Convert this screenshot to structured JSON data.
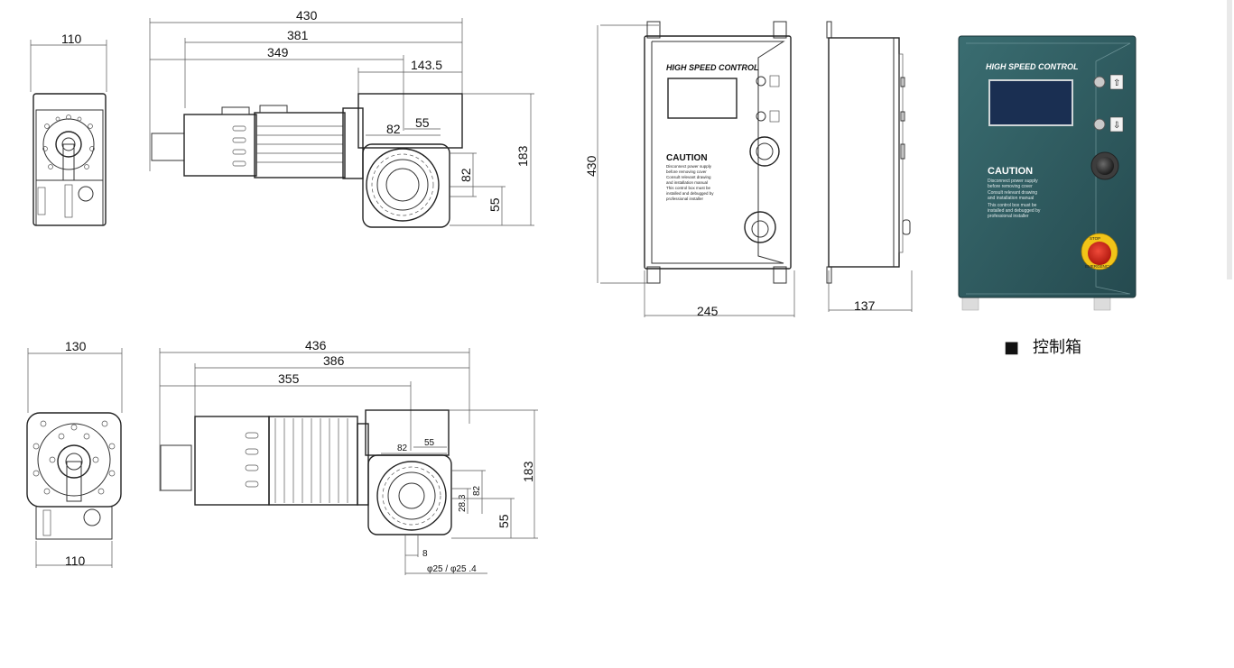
{
  "dimensions": {
    "motor1_front_width": "110",
    "motor1_total_length": "430",
    "motor1_length_2": "381",
    "motor1_length_3": "349",
    "motor1_gearbox": "143.5",
    "motor1_flange_82": "82",
    "motor1_flange_55": "55",
    "motor1_height": "183",
    "motor1_v82": "82",
    "motor1_v55": "55",
    "box_height": "430",
    "box_width": "245",
    "box_depth": "137",
    "motor2_front_width": "130",
    "motor2_base_width": "110",
    "motor2_total_length": "436",
    "motor2_length_2": "386",
    "motor2_length_3": "355",
    "motor2_flange_82": "82",
    "motor2_flange_55": "55",
    "motor2_height": "183",
    "motor2_v82": "82",
    "motor2_v55": "55",
    "motor2_v28": "28.3",
    "motor2_key": "8",
    "motor2_shaft": "φ25 /  φ25 .4"
  },
  "control_box": {
    "title": "HIGH SPEED CONTROL",
    "caution": "CAUTION",
    "caution_line1": "Disconnect power supply",
    "caution_line2": "before removing cover",
    "caution_line3": "Consult relevant drawing",
    "caution_line4": "and installation manual",
    "caution_line5": "This control box must be",
    "caution_line6": "installed and debugged by",
    "caution_line7": "professional installer",
    "stop_label": "STOP",
    "emergency_label": "EMERGENCY"
  },
  "caption": {
    "marker": "■",
    "text": "控制箱"
  },
  "colors": {
    "panel_teal": "#2f5e62",
    "panel_dark": "#1f3f44",
    "screen_blue": "#1a2f52",
    "estop_red": "#d62418",
    "estop_yellow": "#f2c418"
  }
}
